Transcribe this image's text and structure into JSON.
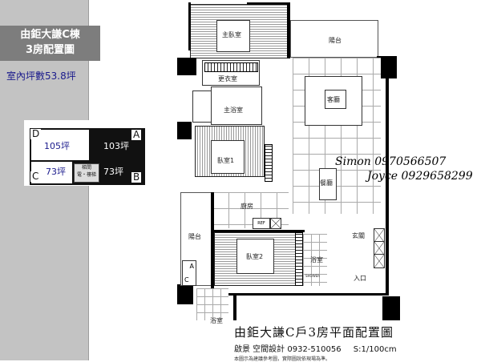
{
  "sidebar": {
    "title_line1": "由鉅大謙C棟",
    "title_line2": "3房配置圖",
    "indoor_area": "室內坪數53.8坪",
    "background": "#c3c3c3",
    "title_bg": "#7d7d7d"
  },
  "key_plan": {
    "units": [
      {
        "letter": "D",
        "area": "105坪",
        "fill": "white"
      },
      {
        "letter": "A",
        "area": "103坪",
        "fill": "black"
      },
      {
        "letter": "C",
        "area": "73坪",
        "fill": "white"
      },
      {
        "letter": "B",
        "area": "73坪",
        "fill": "black"
      }
    ],
    "core_line1": "梯間",
    "core_line2": "電・樓梯"
  },
  "rooms": {
    "master_bedroom": "主臥室",
    "dressing_room": "更衣室",
    "master_bath": "主浴室",
    "balcony_top": "陽台",
    "living_room": "客廳",
    "bedroom1": "臥室1",
    "dining_room": "餐廳",
    "kitchen": "廚房",
    "balcony_left": "陽台",
    "bedroom2": "臥室2",
    "bathroom": "浴室",
    "bathroom_lower": "浴室",
    "foyer": "玄關",
    "entrance": "入口",
    "shower": "SHOWER",
    "fridge": "REF",
    "letter_a": "A",
    "letter_c": "C"
  },
  "contact": {
    "line1": "Simon 0970566507",
    "line2": "Joyce 0929658299"
  },
  "footer": {
    "title": "由鉅大謙C戶3房平面配置圖",
    "designer": "啟景 空間設計 0932-510056",
    "scale": "S:1/100cm",
    "note": "本圖示為建議參考圖，實際圖說依現場為準。"
  }
}
